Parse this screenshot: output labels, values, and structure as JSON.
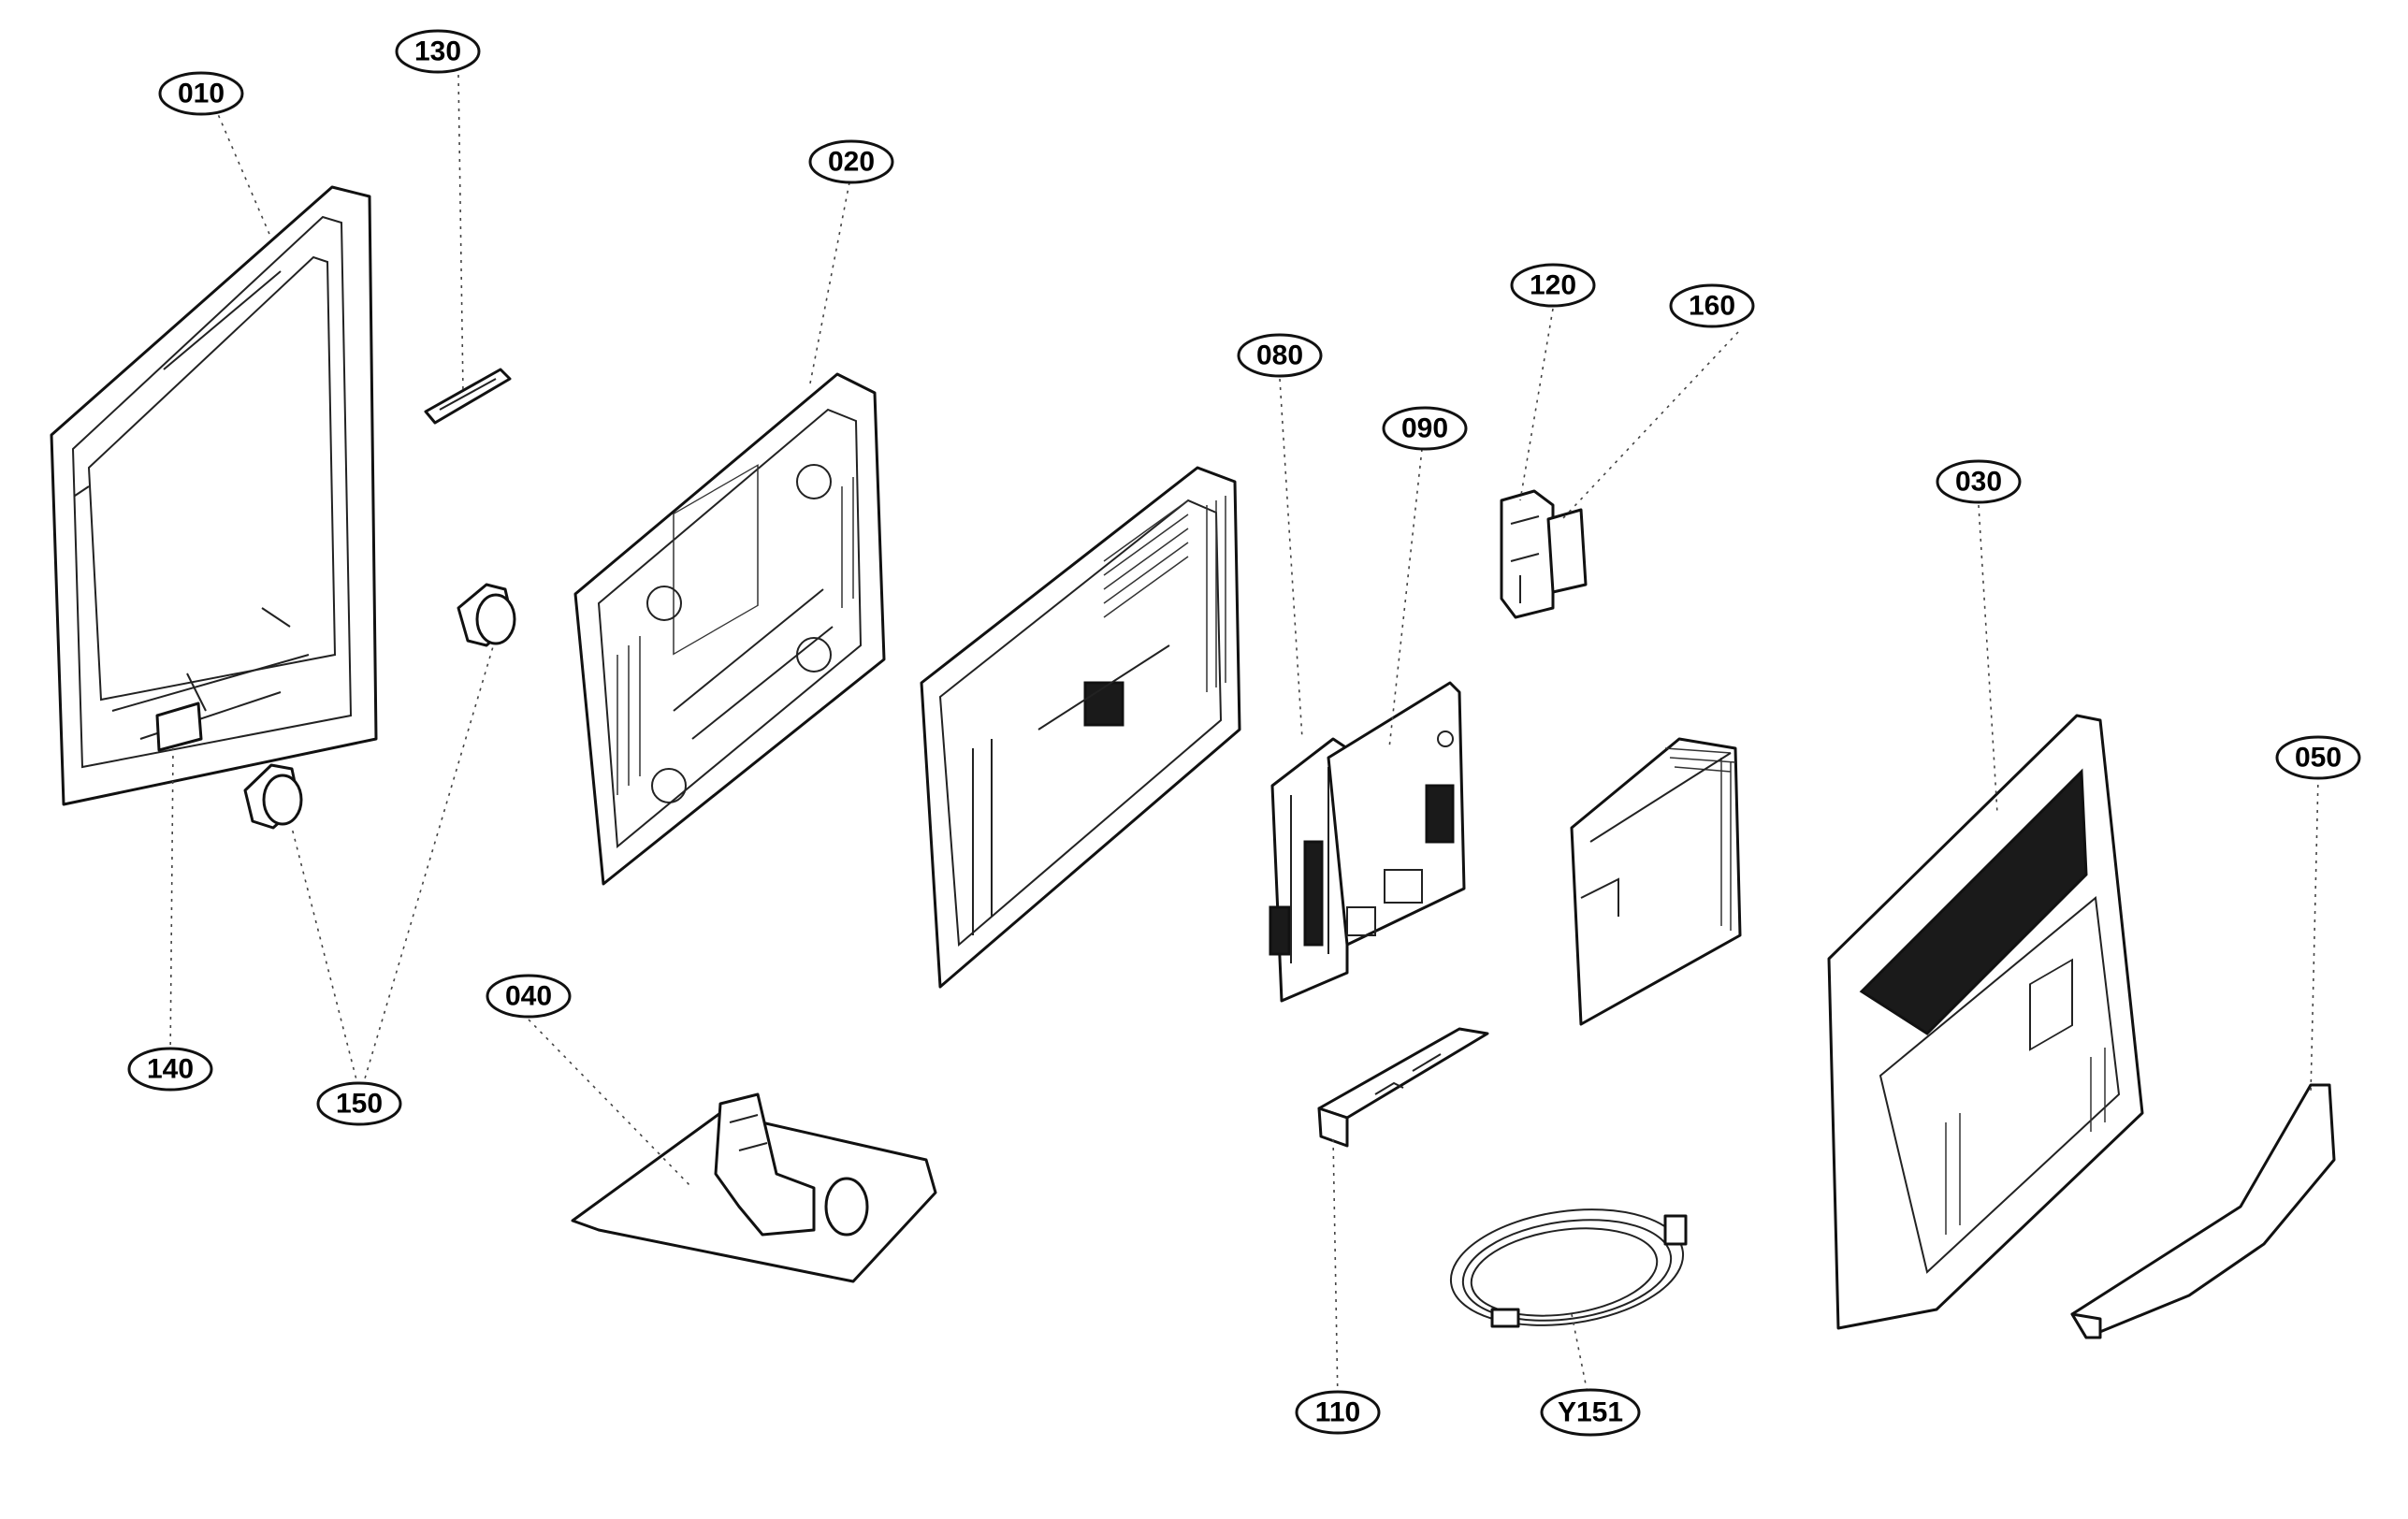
{
  "callouts": [
    {
      "id": "c010",
      "label": "010"
    },
    {
      "id": "c130",
      "label": "130"
    },
    {
      "id": "c020",
      "label": "020"
    },
    {
      "id": "c080",
      "label": "080"
    },
    {
      "id": "c090",
      "label": "090"
    },
    {
      "id": "c120",
      "label": "120"
    },
    {
      "id": "c160",
      "label": "160"
    },
    {
      "id": "c030",
      "label": "030"
    },
    {
      "id": "c050",
      "label": "050"
    },
    {
      "id": "c140",
      "label": "140"
    },
    {
      "id": "c150",
      "label": "150"
    },
    {
      "id": "c040",
      "label": "040"
    },
    {
      "id": "c110",
      "label": "110"
    },
    {
      "id": "cY151",
      "label": "Y151"
    }
  ],
  "colors": {
    "line": "#111111",
    "background": "#ffffff"
  }
}
